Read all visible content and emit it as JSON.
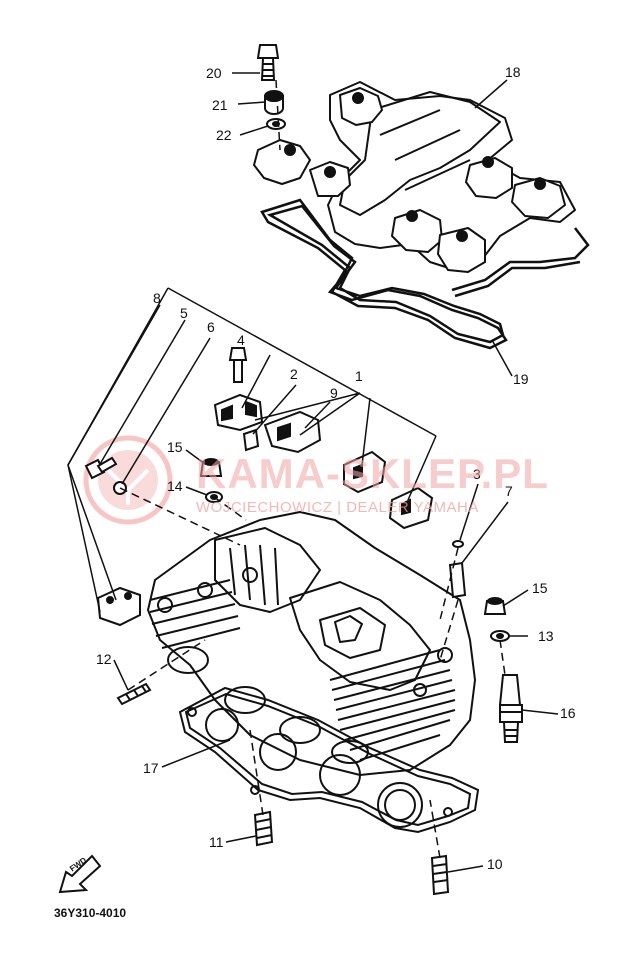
{
  "diagram": {
    "part_numbers": [
      "1",
      "2",
      "3",
      "4",
      "5",
      "6",
      "7",
      "8",
      "9",
      "10",
      "11",
      "12",
      "13",
      "14",
      "15",
      "15",
      "16",
      "17",
      "18",
      "19",
      "20",
      "21",
      "22"
    ],
    "reference_code": "36Y310-4010",
    "forward_marker": "FWD",
    "watermark": {
      "brand": "KAMA-SKLEP.PL",
      "subtitle": "WOJCIECHOWICZ | DEALER YAMAHA"
    }
  }
}
